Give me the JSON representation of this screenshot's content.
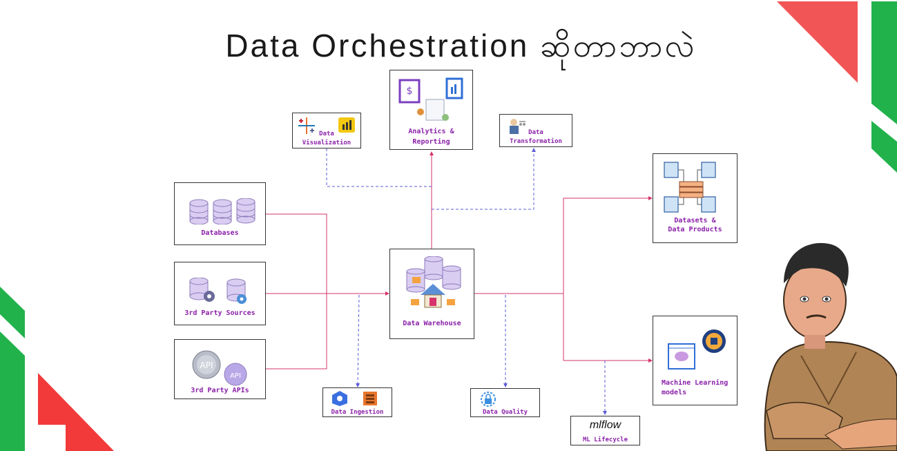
{
  "title": "Data Orchestration ဆိုတာဘာလဲ",
  "nodes": {
    "databases": "Databases",
    "third_party_sources": "3rd Party Sources",
    "third_party_apis": "3rd Party APIs",
    "data_warehouse": "Data Warehouse",
    "analytics_line1": "Analytics &",
    "analytics_line2": "Reporting",
    "viz_line1": "Data",
    "viz_line2": "Visualization",
    "transform_line1": "Data",
    "transform_line2": "Transformation",
    "datasets_line1": "Datasets &",
    "datasets_line2": "Data Products",
    "ml_line1": "Machine Learning",
    "ml_line2": "models",
    "ingestion": "Data Ingestion",
    "quality": "Data Quality",
    "lifecycle": "ML Lifecycle",
    "mlflow_logo": "mlflow",
    "api_badge": "API"
  },
  "colors": {
    "solid_line": "#d6336c",
    "dashed_line": "#5b5bd6",
    "label": "#8a1fa8",
    "green": "#22b24c",
    "red": "#f24b4b"
  }
}
